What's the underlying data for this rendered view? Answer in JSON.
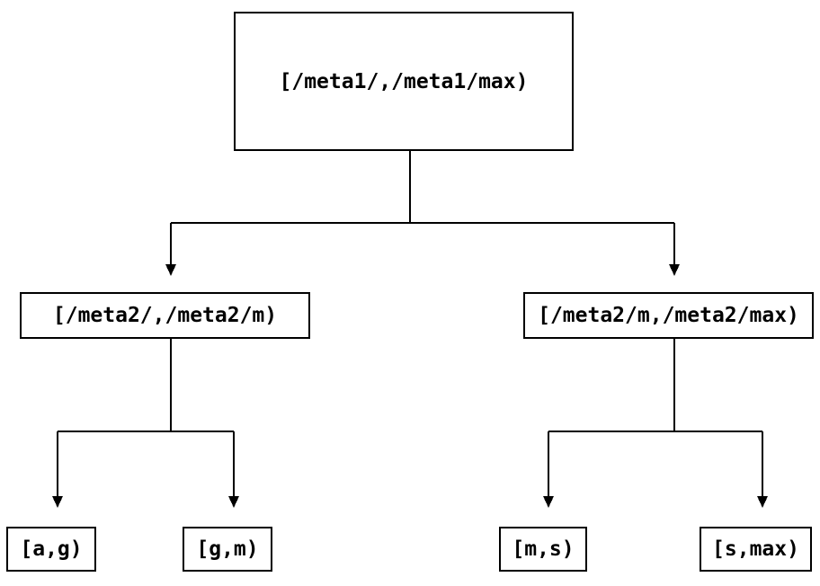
{
  "diagram": {
    "type": "binary-tree-of-key-ranges",
    "nodes": {
      "root": {
        "label": "[/meta1/,/meta1/max)"
      },
      "left_child": {
        "label": "[/meta2/,/meta2/m)"
      },
      "right_child": {
        "label": "[/meta2/m,/meta2/max)"
      },
      "leaves": [
        {
          "label": "[a,g)"
        },
        {
          "label": "[g,m)"
        },
        {
          "label": "[m,s)"
        },
        {
          "label": "[s,max)"
        }
      ]
    },
    "edges": [
      {
        "from": "root",
        "to": "left_child"
      },
      {
        "from": "root",
        "to": "right_child"
      },
      {
        "from": "left_child",
        "to": "leaf-0"
      },
      {
        "from": "left_child",
        "to": "leaf-1"
      },
      {
        "from": "right_child",
        "to": "leaf-2"
      },
      {
        "from": "right_child",
        "to": "leaf-3"
      }
    ],
    "colors": {
      "background": "#ffffff",
      "line": "#000000",
      "box_border": "#000000",
      "text": "#000000"
    }
  }
}
